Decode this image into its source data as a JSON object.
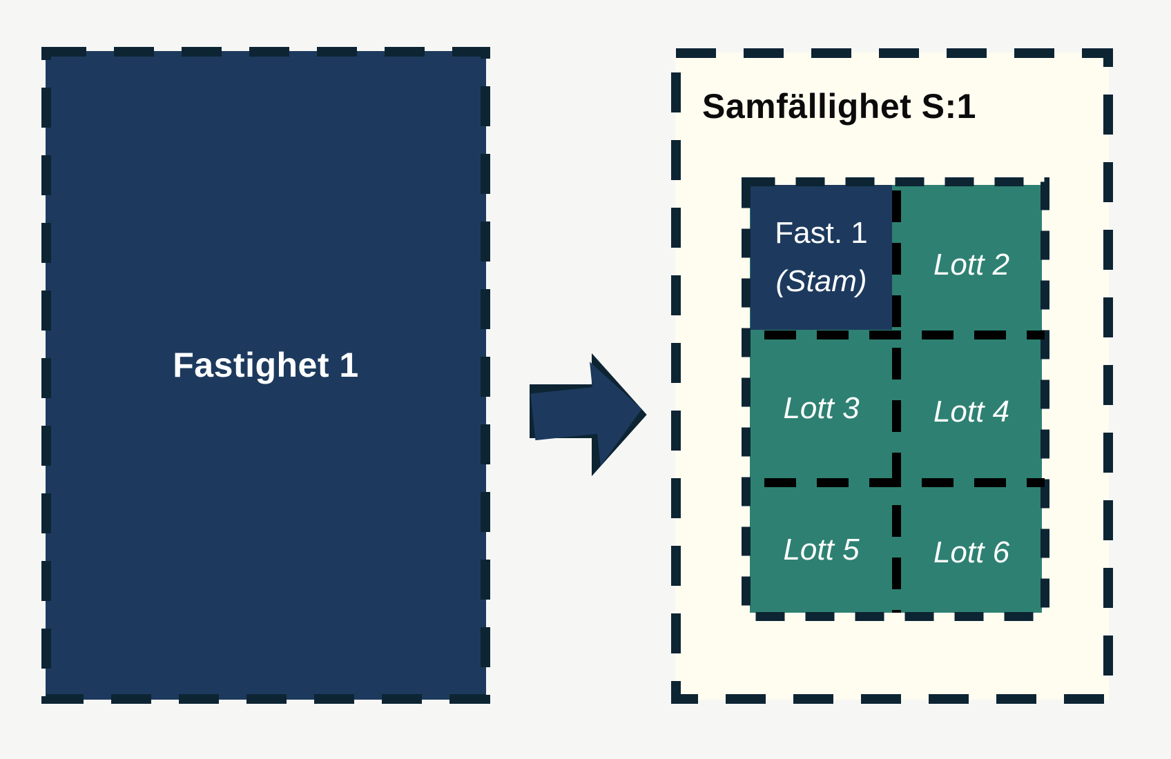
{
  "colors": {
    "page_background": "#f6f6f5",
    "navy_fill": "#1d3a5e",
    "dark_border": "#0d2433",
    "cream_fill": "#fffdf0",
    "teal_fill": "#2e8172",
    "separator_black": "#000000",
    "label_white": "#ffffff",
    "title_black": "#0b0b0b"
  },
  "left_parcel": {
    "label": "Fastighet 1"
  },
  "arrow": {
    "direction": "right"
  },
  "right_panel": {
    "title": "Samfällighet S:1",
    "grid": {
      "cells": [
        {
          "id": "fast-1",
          "line1": "Fast. 1",
          "line2": "(Stam)"
        },
        {
          "id": "lott-2",
          "label": "Lott 2"
        },
        {
          "id": "lott-3",
          "label": "Lott 3"
        },
        {
          "id": "lott-4",
          "label": "Lott 4"
        },
        {
          "id": "lott-5",
          "label": "Lott 5"
        },
        {
          "id": "lott-6",
          "label": "Lott 6"
        }
      ]
    }
  }
}
